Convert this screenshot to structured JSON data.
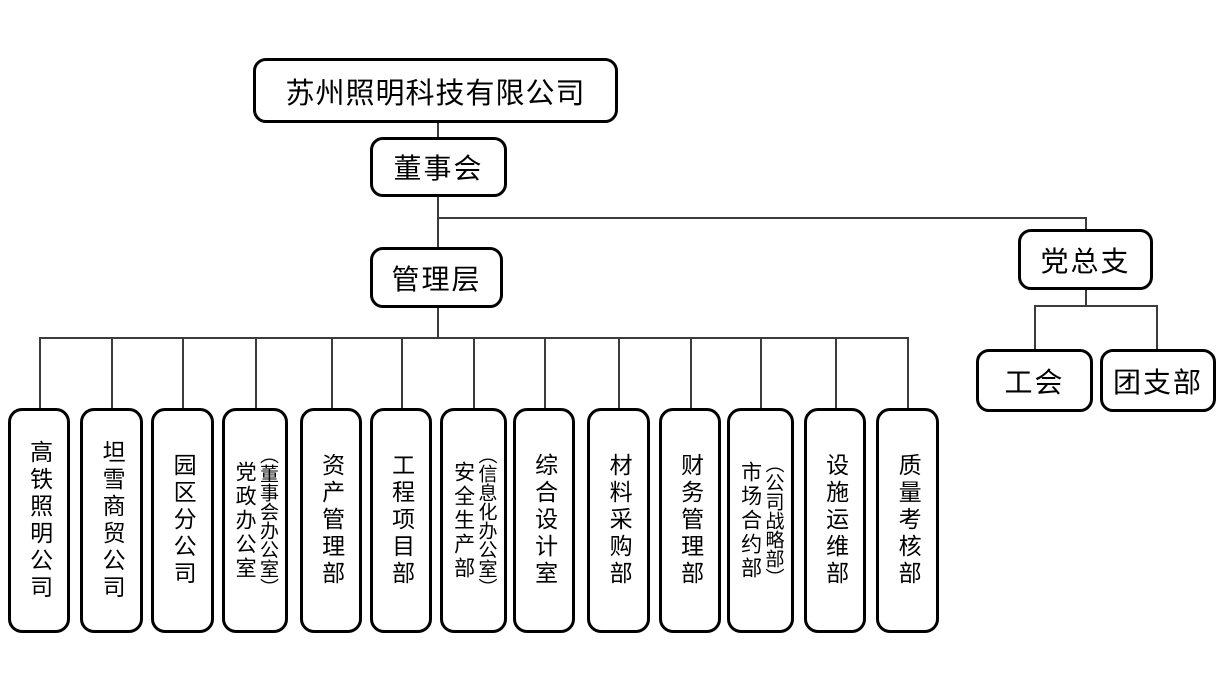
{
  "org_chart": {
    "title_note": "company organization chart",
    "root": {
      "label": "苏州照明科技有限公司"
    },
    "board": {
      "label": "董事会"
    },
    "management": {
      "label": "管理层"
    },
    "party_branch": {
      "label": "党总支",
      "children": [
        {
          "label": "工会"
        },
        {
          "label": "团支部"
        }
      ]
    },
    "departments": [
      {
        "label": "高铁照明公司"
      },
      {
        "label": "坦雪商贸公司"
      },
      {
        "label": "园区分公司"
      },
      {
        "label": "党政办公室",
        "alt_label": "（董事会办公室）"
      },
      {
        "label": "资产管理部"
      },
      {
        "label": "工程项目部"
      },
      {
        "label": "安全生产部",
        "alt_label": "（信息化办公室）"
      },
      {
        "label": "综合设计室"
      },
      {
        "label": "材料采购部"
      },
      {
        "label": "财务管理部"
      },
      {
        "label": "市场合约部",
        "alt_label": "（公司战略部）"
      },
      {
        "label": "设施运维部"
      },
      {
        "label": "质量考核部"
      }
    ],
    "colors": {
      "box_border": "#000000",
      "connector": "#3c3c3c",
      "background": "#ffffff",
      "text": "#000000"
    }
  }
}
